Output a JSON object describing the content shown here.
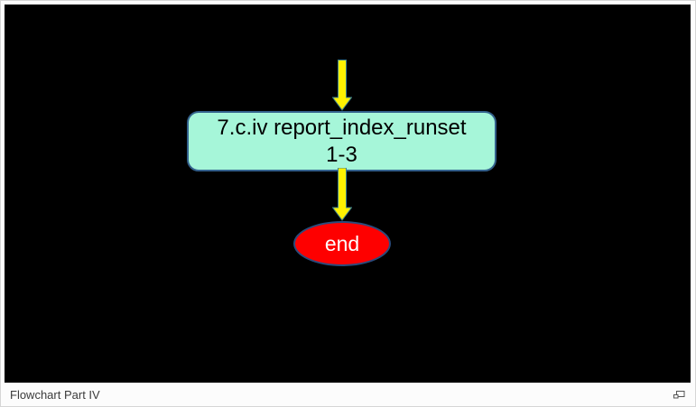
{
  "slide": {
    "background": "#000000",
    "flowchart": {
      "process_node": {
        "line1": "7.c.iv report_index_runset",
        "line2": "1-3",
        "fill": "#a6f6d9",
        "border_color": "#33618c",
        "text_color": "#000000"
      },
      "end_node": {
        "label": "end",
        "fill": "#fe0000",
        "border_color": "#2a4b7c",
        "text_color": "#ffffff"
      },
      "connectors": {
        "count": 2,
        "direction": "down",
        "fill": "#fff100",
        "outline_color": "#3e8290"
      }
    }
  },
  "caption_bar": {
    "title": "Flowchart Part IV",
    "text_color": "#3b3b3b",
    "background": "#fcfcfc",
    "icon": "pop-out-icon"
  }
}
